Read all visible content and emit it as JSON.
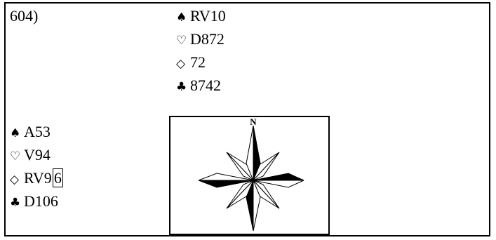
{
  "deal": {
    "number": "604)",
    "north": {
      "spades": "RV10",
      "hearts": "D872",
      "diamonds": "72",
      "clubs": "8742"
    },
    "west": {
      "spades": "A53",
      "hearts": "V94",
      "diamonds_main": "RV9",
      "diamonds_boxed": "6",
      "clubs": "D106"
    }
  },
  "suits": {
    "spade": "♠",
    "heart": "♡",
    "diamond": "◇",
    "club": "♣"
  },
  "compass": {
    "north_label": "N",
    "icon": "compass-rose-icon"
  }
}
